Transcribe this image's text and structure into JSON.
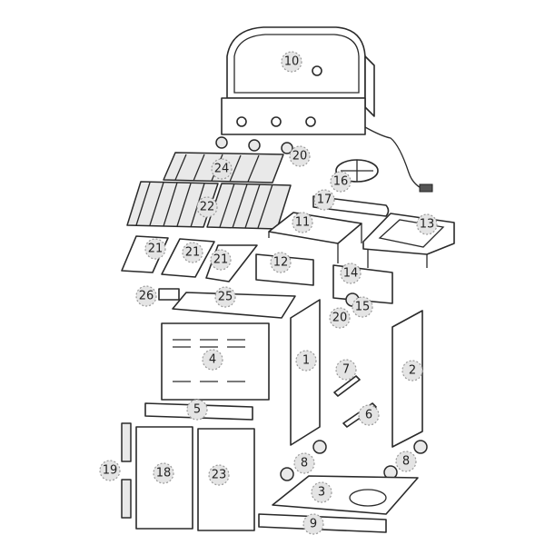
{
  "diagram": {
    "type": "exploded-parts-diagram",
    "callouts": [
      "10",
      "20",
      "24",
      "16",
      "22",
      "17",
      "11",
      "13",
      "21",
      "21",
      "21",
      "12",
      "14",
      "26",
      "25",
      "20",
      "15",
      "4",
      "1",
      "7",
      "2",
      "5",
      "6",
      "8",
      "8",
      "3",
      "19",
      "18",
      "23",
      "9"
    ]
  }
}
